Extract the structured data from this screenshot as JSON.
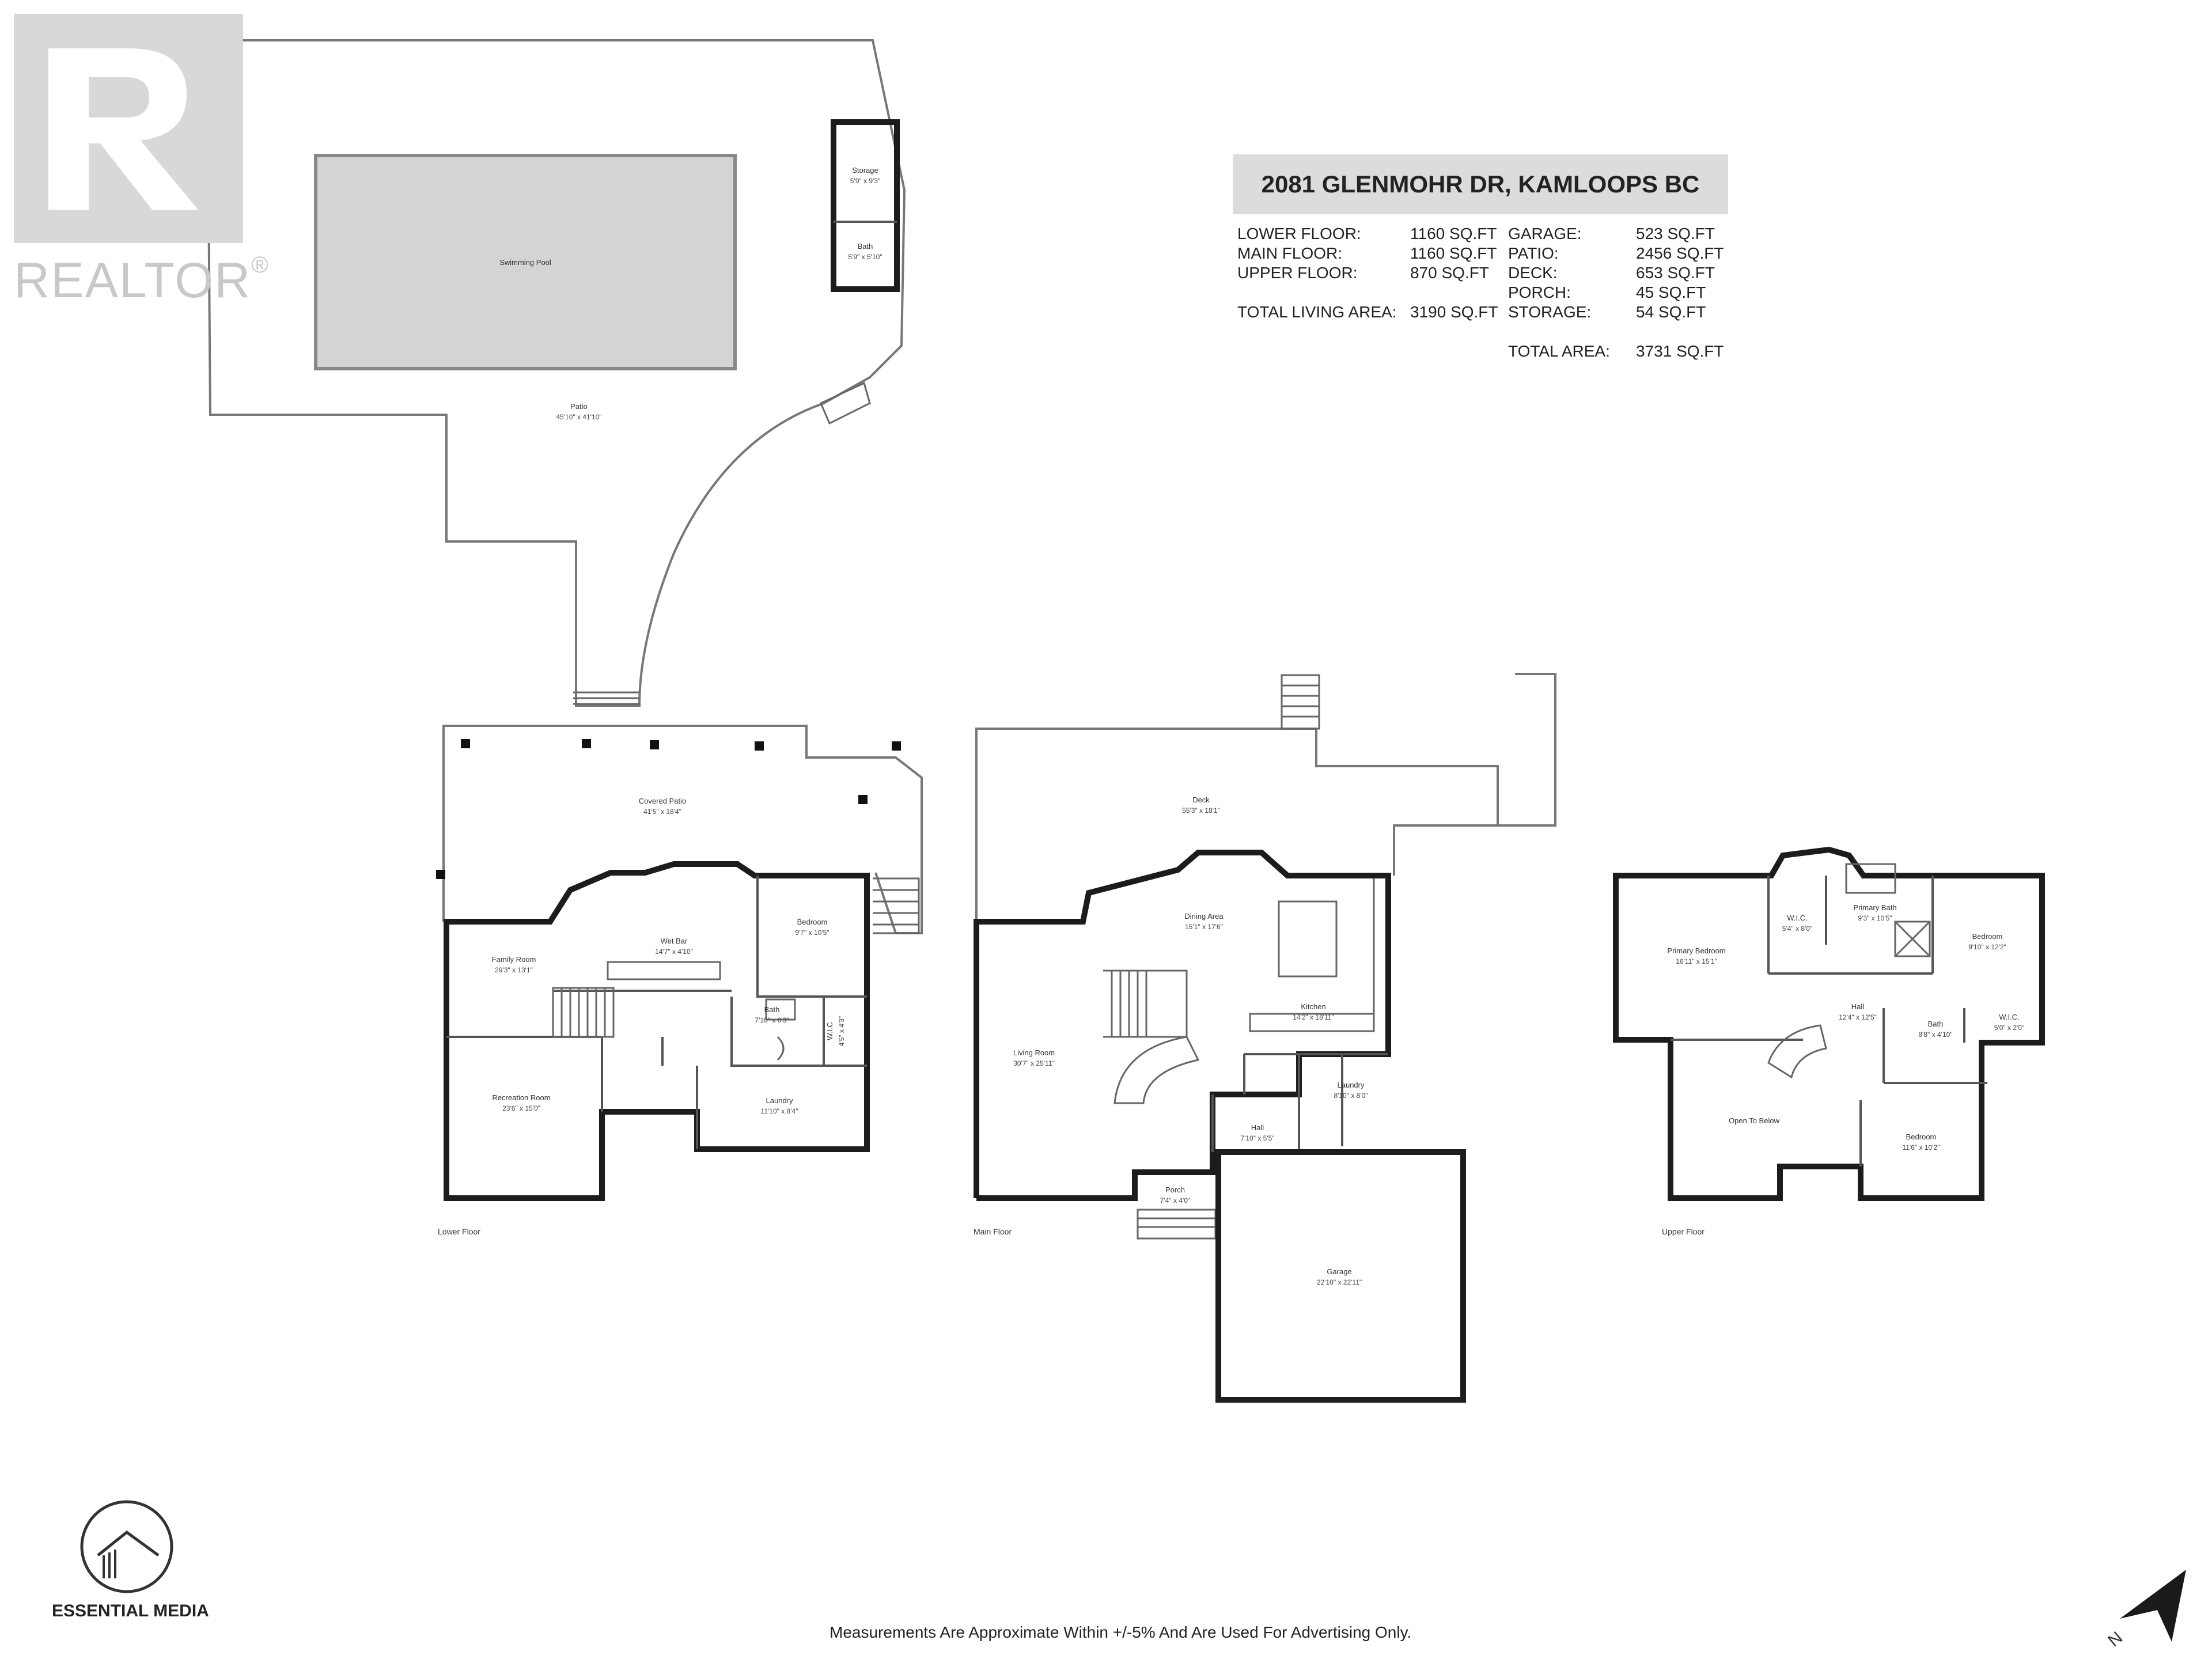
{
  "header": {
    "address": "2081 GLENMOHR DR, KAMLOOPS BC"
  },
  "stats_left": [
    {
      "label": "LOWER FLOOR:",
      "value": "1160 SQ.FT"
    },
    {
      "label": "MAIN FLOOR:",
      "value": "1160 SQ.FT"
    },
    {
      "label": "UPPER FLOOR:",
      "value": "870 SQ.FT"
    },
    {
      "label": "TOTAL LIVING AREA:",
      "value": "3190 SQ.FT"
    }
  ],
  "stats_right": [
    {
      "label": "GARAGE:",
      "value": "523 SQ.FT"
    },
    {
      "label": "PATIO:",
      "value": "2456 SQ.FT"
    },
    {
      "label": "DECK:",
      "value": "653 SQ.FT"
    },
    {
      "label": "PORCH:",
      "value": "45 SQ.FT"
    },
    {
      "label": "STORAGE:",
      "value": "54 SQ.FT"
    },
    {
      "label": "TOTAL AREA:",
      "value": "3731 SQ.FT"
    }
  ],
  "branding": {
    "realtor": "REALTOR",
    "realtor_mark": "®",
    "photographer": "ESSENTIAL MEDIA"
  },
  "disclaimer": "Measurements Are Approximate Within +/-5% And Are Used For Advertising Only.",
  "compass": {
    "label": "N"
  },
  "floors": {
    "lower": "Lower Floor",
    "main": "Main Floor",
    "upper": "Upper Floor"
  },
  "rooms": {
    "pool": {
      "name": "Swimming Pool"
    },
    "patio": {
      "name": "Patio",
      "dim": "45'10\" x 41'10\""
    },
    "storage": {
      "name": "Storage",
      "dim": "5'9\" x 9'3\""
    },
    "shed_bath": {
      "name": "Bath",
      "dim": "5'9\" x 5'10\""
    },
    "covered_patio": {
      "name": "Covered Patio",
      "dim": "41'5\" x 18'4\""
    },
    "family_room": {
      "name": "Family Room",
      "dim": "29'3\" x 13'1\""
    },
    "wet_bar": {
      "name": "Wet Bar",
      "dim": "14'7\" x 4'10\""
    },
    "lower_bedroom": {
      "name": "Bedroom",
      "dim": "9'7\" x 10'5\""
    },
    "lower_bath": {
      "name": "Bath",
      "dim": "7'10\" x 6'3\""
    },
    "lower_wic": {
      "name": "W.I.C",
      "dim": "4'5\" x 4'3\""
    },
    "recreation_room": {
      "name": "Recreation Room",
      "dim": "23'6\" x 15'0\""
    },
    "lower_laundry": {
      "name": "Laundry",
      "dim": "11'10\" x 8'4\""
    },
    "deck": {
      "name": "Deck",
      "dim": "55'3\" x 18'1\""
    },
    "dining_area": {
      "name": "Dining Area",
      "dim": "15'1\" x 17'6\""
    },
    "kitchen": {
      "name": "Kitchen",
      "dim": "14'2\" x 18'11\""
    },
    "living_room": {
      "name": "Living Room",
      "dim": "30'7\" x 25'11\""
    },
    "main_laundry": {
      "name": "Laundry",
      "dim": "8'10\" x 8'0\""
    },
    "main_hall": {
      "name": "Hall",
      "dim": "7'10\" x 5'5\""
    },
    "porch": {
      "name": "Porch",
      "dim": "7'4\" x 4'0\""
    },
    "garage": {
      "name": "Garage",
      "dim": "22'10\" x 22'11\""
    },
    "primary_bedroom": {
      "name": "Primary Bedroom",
      "dim": "16'11\" x 15'1\""
    },
    "upper_wic_1": {
      "name": "W.I.C.",
      "dim": "5'4\" x 8'0\""
    },
    "primary_bath": {
      "name": "Primary Bath",
      "dim": "9'3\" x 10'5\""
    },
    "upper_bedroom_1": {
      "name": "Bedroom",
      "dim": "9'10\" x 12'2\""
    },
    "upper_hall": {
      "name": "Hall",
      "dim": "12'4\" x 12'5\""
    },
    "upper_bath": {
      "name": "Bath",
      "dim": "8'8\" x 4'10\""
    },
    "upper_wic_2": {
      "name": "W.I.C.",
      "dim": "5'0\" x 2'0\""
    },
    "open_to_below": {
      "name": "Open To Below"
    },
    "upper_bedroom_2": {
      "name": "Bedroom",
      "dim": "11'6\" x 10'2\""
    }
  }
}
